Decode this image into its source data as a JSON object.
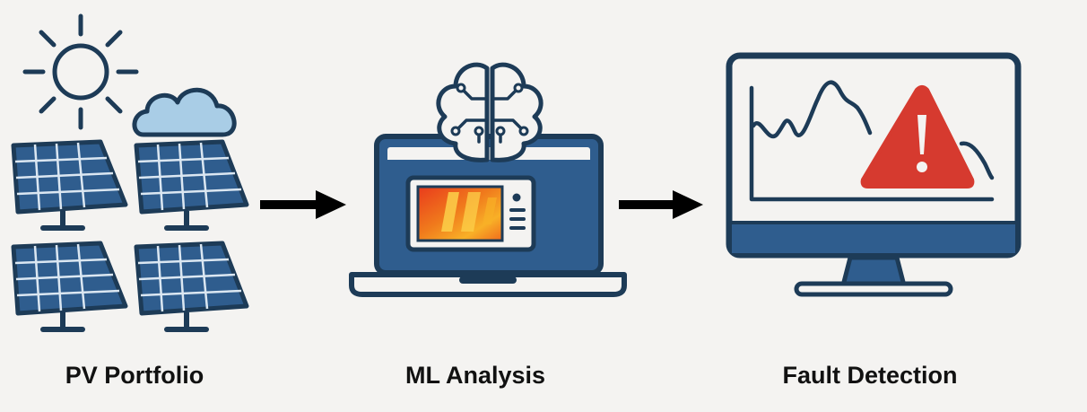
{
  "stages": [
    {
      "id": "pv-portfolio",
      "label": "PV Portfolio"
    },
    {
      "id": "ml-analysis",
      "label": "ML Analysis"
    },
    {
      "id": "fault-detection",
      "label": "Fault Detection"
    }
  ],
  "arrows": [
    {
      "from": "pv-portfolio",
      "to": "ml-analysis"
    },
    {
      "from": "ml-analysis",
      "to": "fault-detection"
    }
  ],
  "icons": {
    "stage_1": [
      "sun-icon",
      "cloud-icon",
      "solar-panel-icon"
    ],
    "stage_2": [
      "brain-icon",
      "laptop-icon",
      "thermal-image-icon"
    ],
    "stage_3": [
      "monitor-icon",
      "line-chart-icon",
      "warning-icon"
    ]
  },
  "colors": {
    "navy": "#1d3b57",
    "panel_blue": "#2f5d8e",
    "cloud_fill": "#a9cde6",
    "warning_red": "#d63a2f",
    "thermal_orange": "#f26b1d"
  }
}
